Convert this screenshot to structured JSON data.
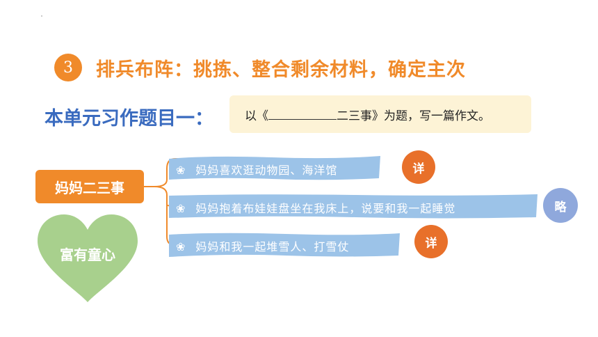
{
  "step": {
    "number": "3",
    "title": "排兵布阵：挑拣、整合剩余材料，确定主次"
  },
  "assignment": {
    "label": "本单元习作题目一：",
    "prefix": "以《",
    "suffix": "二三事》为题，写一篇作文。"
  },
  "main_node": "妈妈二三事",
  "trait": "富有童心",
  "items": [
    {
      "text": "妈妈喜欢逛动物园、海洋馆",
      "tag": "详",
      "flower": "❀"
    },
    {
      "text": "妈妈抱着布娃娃盘坐在我床上，说要和我一起睡觉",
      "tag": "略",
      "flower": "❀"
    },
    {
      "text": "妈妈和我一起堆雪人、打雪仗",
      "tag": "详",
      "flower": "❀"
    }
  ],
  "colors": {
    "orange": "#f08a2a",
    "blue_title": "#3a6bbf",
    "banner_blue": "#9cc3e8",
    "heart_green": "#a8d08d",
    "badge_detail": "#e8702a",
    "badge_brief": "#8fa8dc",
    "topic_bg": "#fdf3d6"
  }
}
